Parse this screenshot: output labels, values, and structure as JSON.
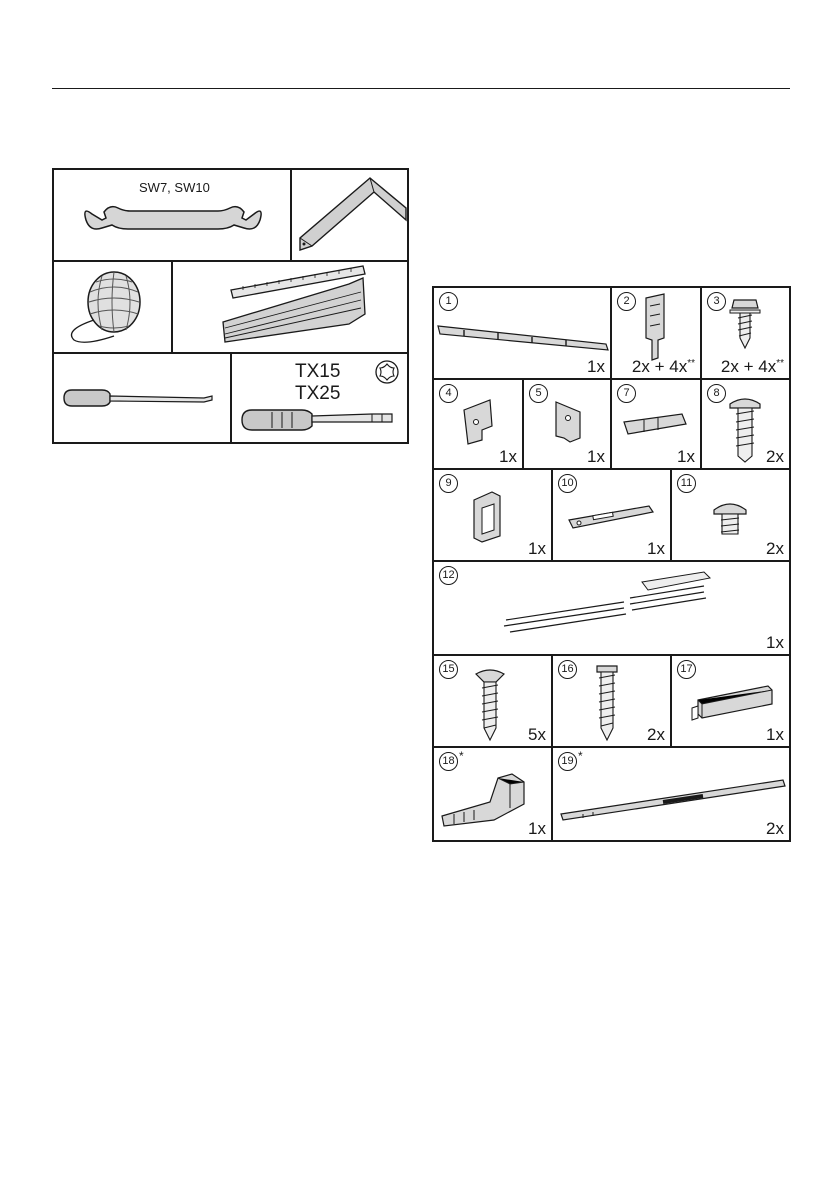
{
  "tools": {
    "wrench_label": "SW7, SW10",
    "torx_sizes": [
      "TX15",
      "TX25"
    ]
  },
  "parts": [
    {
      "num": "1",
      "qty": "1x",
      "extra": "",
      "star": ""
    },
    {
      "num": "2",
      "qty": "2x + 4x",
      "extra": "**",
      "star": ""
    },
    {
      "num": "3",
      "qty": "2x + 4x",
      "extra": "**",
      "star": ""
    },
    {
      "num": "4",
      "qty": "1x",
      "extra": "",
      "star": ""
    },
    {
      "num": "5",
      "qty": "1x",
      "extra": "",
      "star": ""
    },
    {
      "num": "7",
      "qty": "1x",
      "extra": "",
      "star": ""
    },
    {
      "num": "8",
      "qty": "2x",
      "extra": "",
      "star": ""
    },
    {
      "num": "9",
      "qty": "1x",
      "extra": "",
      "star": ""
    },
    {
      "num": "10",
      "qty": "1x",
      "extra": "",
      "star": ""
    },
    {
      "num": "11",
      "qty": "2x",
      "extra": "",
      "star": ""
    },
    {
      "num": "12",
      "qty": "1x",
      "extra": "",
      "star": ""
    },
    {
      "num": "15",
      "qty": "5x",
      "extra": "",
      "star": ""
    },
    {
      "num": "16",
      "qty": "2x",
      "extra": "",
      "star": ""
    },
    {
      "num": "17",
      "qty": "1x",
      "extra": "",
      "star": ""
    },
    {
      "num": "18",
      "qty": "1x",
      "extra": "",
      "star": "*"
    },
    {
      "num": "19",
      "qty": "2x",
      "extra": "",
      "star": "*"
    }
  ]
}
